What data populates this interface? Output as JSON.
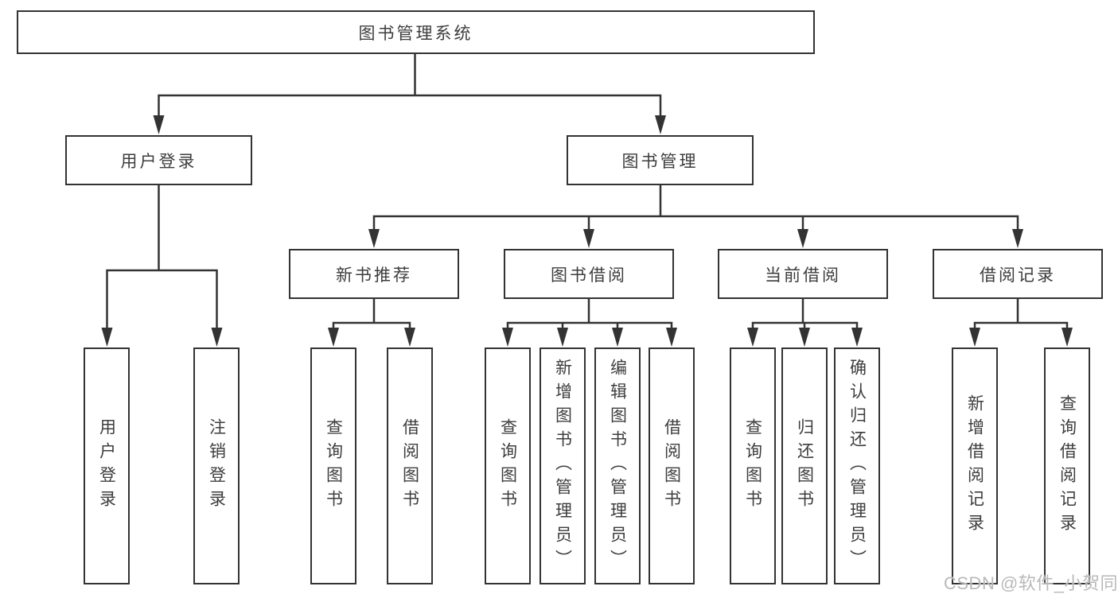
{
  "diagram": {
    "tree": {
      "root": "图书管理系统",
      "branches": [
        {
          "label": "用户登录",
          "leaves": [
            "用户登录",
            "注销登录"
          ]
        },
        {
          "label": "图书管理",
          "sections": [
            {
              "label": "新书推荐",
              "leaves": [
                "查询图书",
                "借阅图书"
              ]
            },
            {
              "label": "图书借阅",
              "leaves": [
                "查询图书",
                "新增图书（管理员）",
                "编辑图书（管理员）",
                "借阅图书"
              ]
            },
            {
              "label": "当前借阅",
              "leaves": [
                "查询图书",
                "归还图书",
                "确认归还（管理员）"
              ]
            },
            {
              "label": "借阅记录",
              "leaves": [
                "新增借阅记录",
                "查询借阅记录"
              ]
            }
          ]
        }
      ]
    },
    "colors": {
      "line": "#333333",
      "box_border": "#333333",
      "box_fill": "#ffffff",
      "text": "#3d3d3d",
      "watermark": "#b9b9b9"
    }
  },
  "watermark": "CSDN @软件_小贺同学"
}
